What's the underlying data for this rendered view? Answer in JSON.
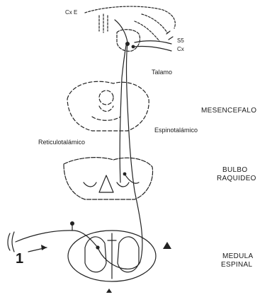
{
  "labels": {
    "cortex_left": "Cx E",
    "cortex_right_1": "S5",
    "cortex_right_2": "Cx",
    "talamo": "Talamo",
    "mesencefalo": "MESENCEFALO",
    "espinotalamico": "Espinotalámico",
    "reticulotalamico": "Reticulotalámico",
    "bulbo_1": "BULBO",
    "bulbo_2": "RAQUIDEO",
    "medula_1": "MEDULA",
    "medula_2": "ESPINAL",
    "stimulus_number": "1"
  }
}
